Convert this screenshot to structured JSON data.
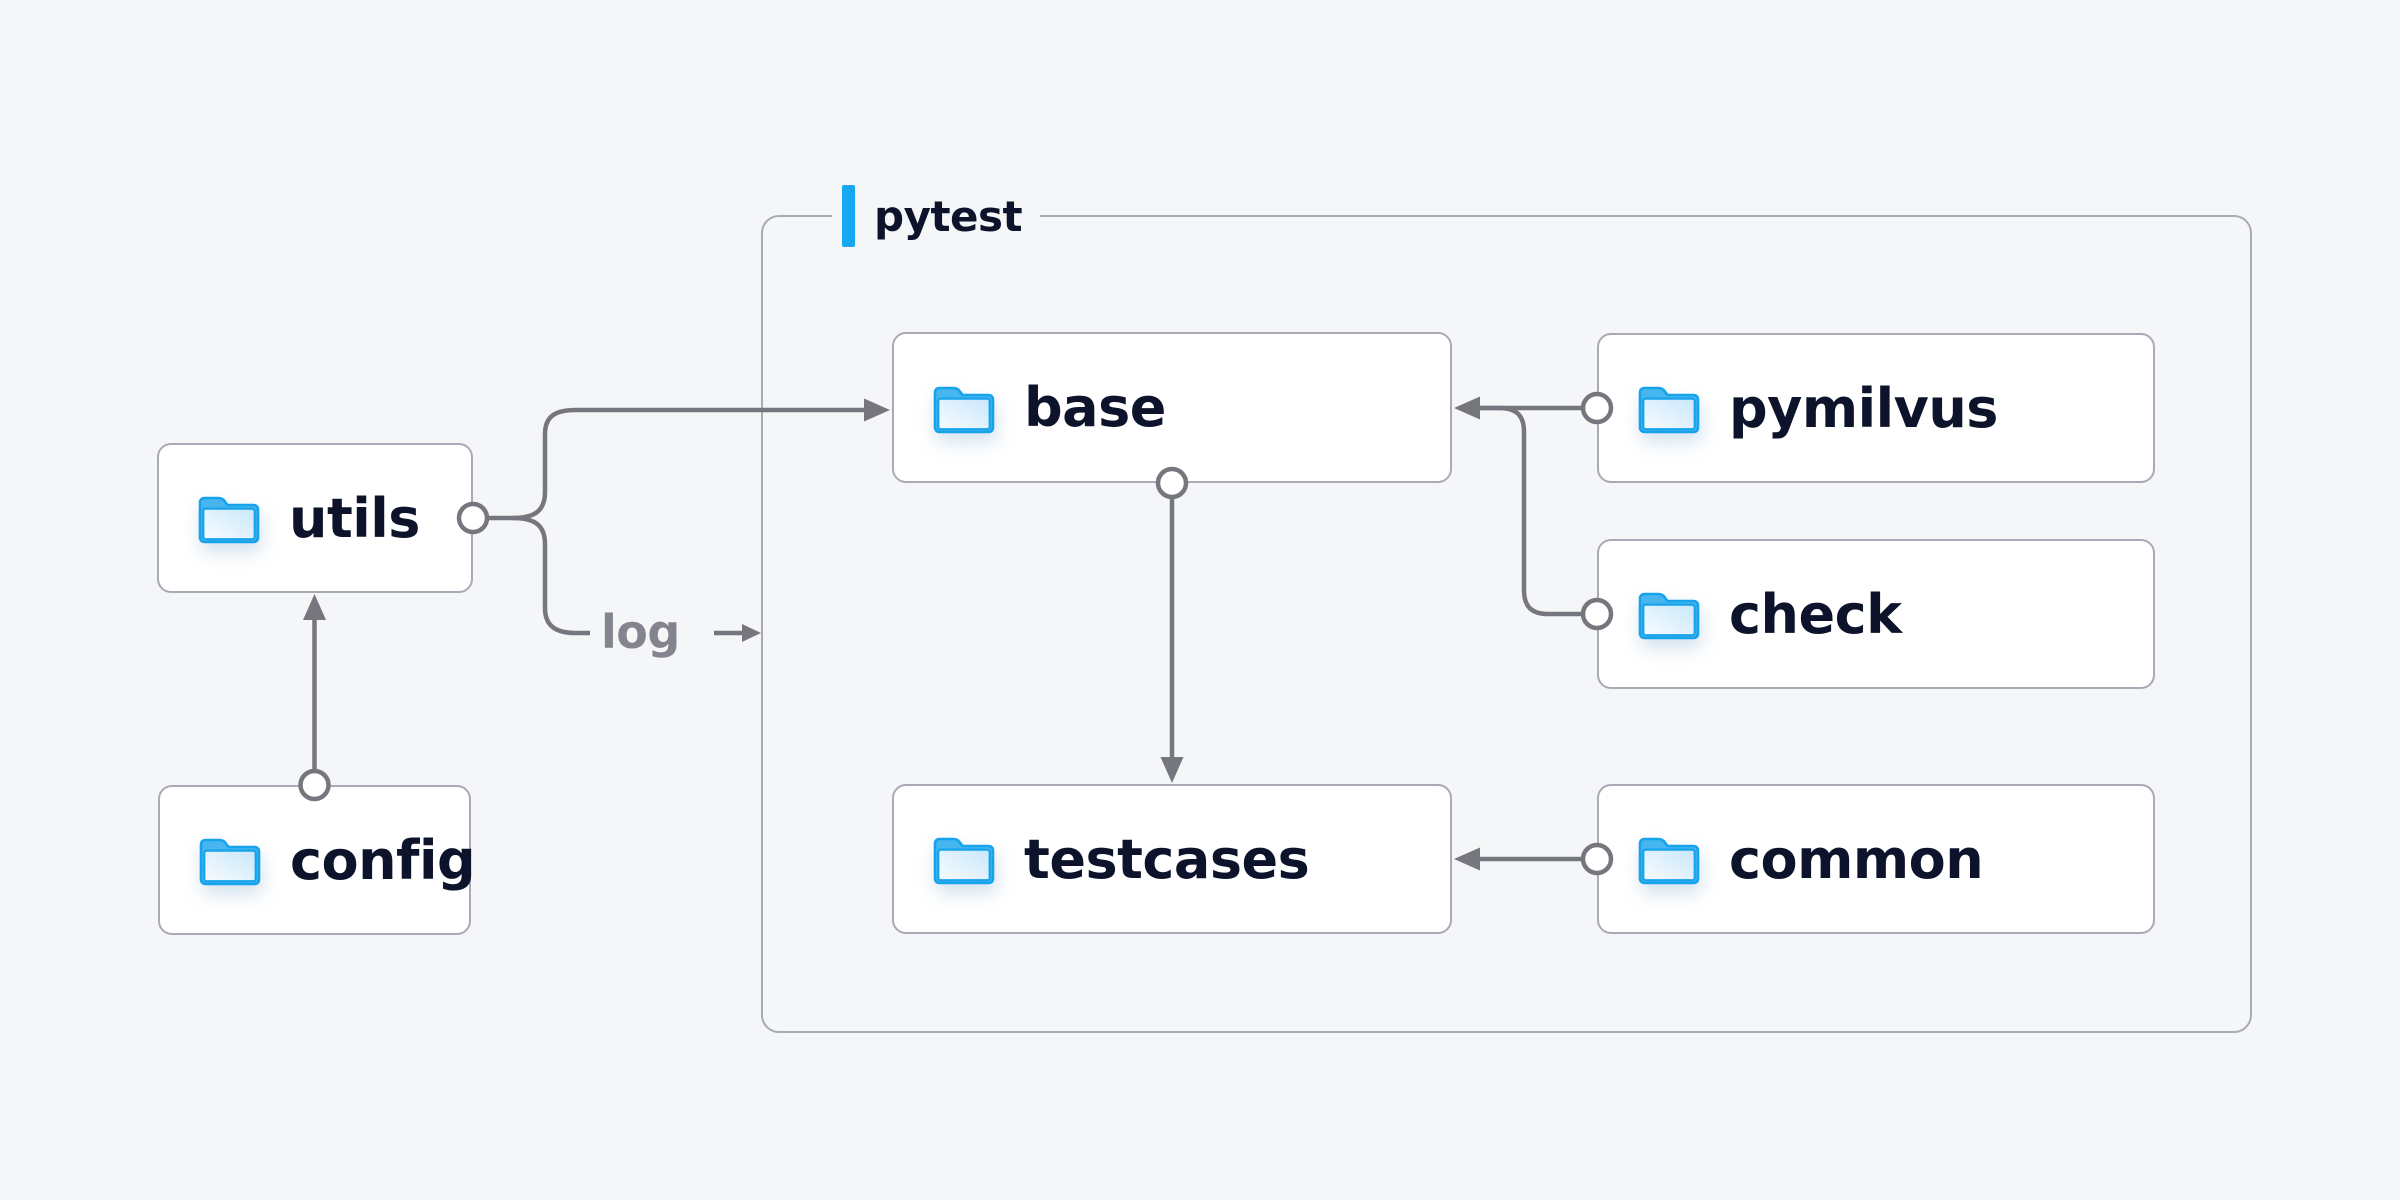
{
  "diagram": {
    "container_label": "pytest",
    "log_label": "log",
    "log_arrow_glyph": "→",
    "nodes": [
      {
        "id": "utils",
        "label": "utils"
      },
      {
        "id": "config",
        "label": "config"
      },
      {
        "id": "base",
        "label": "base"
      },
      {
        "id": "testcases",
        "label": "testcases"
      },
      {
        "id": "pymilvus",
        "label": "pymilvus"
      },
      {
        "id": "check",
        "label": "check"
      },
      {
        "id": "common",
        "label": "common"
      }
    ],
    "container_children": [
      "base",
      "testcases",
      "pymilvus",
      "check",
      "common"
    ],
    "edges": [
      {
        "from": "config",
        "to": "utils"
      },
      {
        "from": "utils",
        "to": "base"
      },
      {
        "from": "utils",
        "to": "log"
      },
      {
        "from": "base",
        "to": "testcases"
      },
      {
        "from": "pymilvus",
        "to": "base"
      },
      {
        "from": "check",
        "to": "base"
      },
      {
        "from": "common",
        "to": "testcases"
      }
    ],
    "colors": {
      "background": "#f5f6f7",
      "node_fill": "#ffffff",
      "node_border": "#a9aab6",
      "node_text": "#0d132b",
      "accent_blue": "#17a8f2",
      "connector_gray": "#76767f",
      "log_text_gray": "#84848e",
      "folder_outline": "#17a3ec",
      "folder_tab_fill": "#47b6ef"
    }
  }
}
